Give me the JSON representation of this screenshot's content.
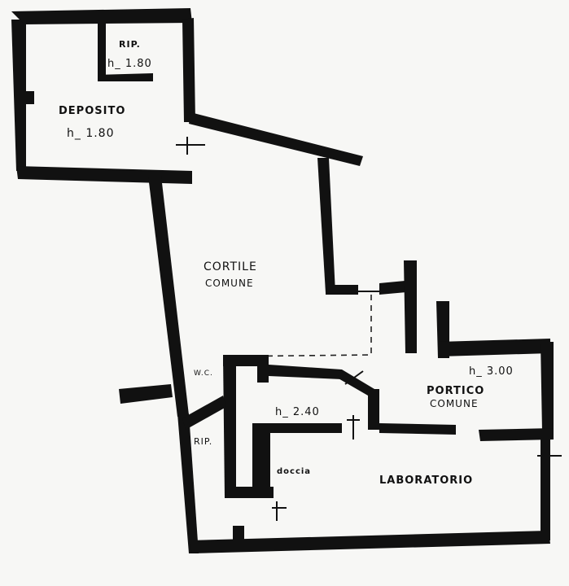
{
  "rooms": {
    "rip_top": {
      "label": "RIP.",
      "height": "h_ 1.80"
    },
    "deposito": {
      "label": "DEPOSITO",
      "height": "h_ 1.80"
    },
    "cortile": {
      "label_line1": "CORTILE",
      "label_line2": "COMUNE"
    },
    "wc": {
      "label": "W.C."
    },
    "interior": {
      "height": "h_ 2.40"
    },
    "portico": {
      "height": "h_ 3.00",
      "label_line1": "PORTICO",
      "label_line2": "COMUNE"
    },
    "rip_bottom": {
      "label": "RIP."
    },
    "doccia": {
      "label": "doccia"
    },
    "laboratorio": {
      "label": "LABORATORIO"
    }
  },
  "colors": {
    "ink": "#111111",
    "paper": "#f7f7f5"
  }
}
